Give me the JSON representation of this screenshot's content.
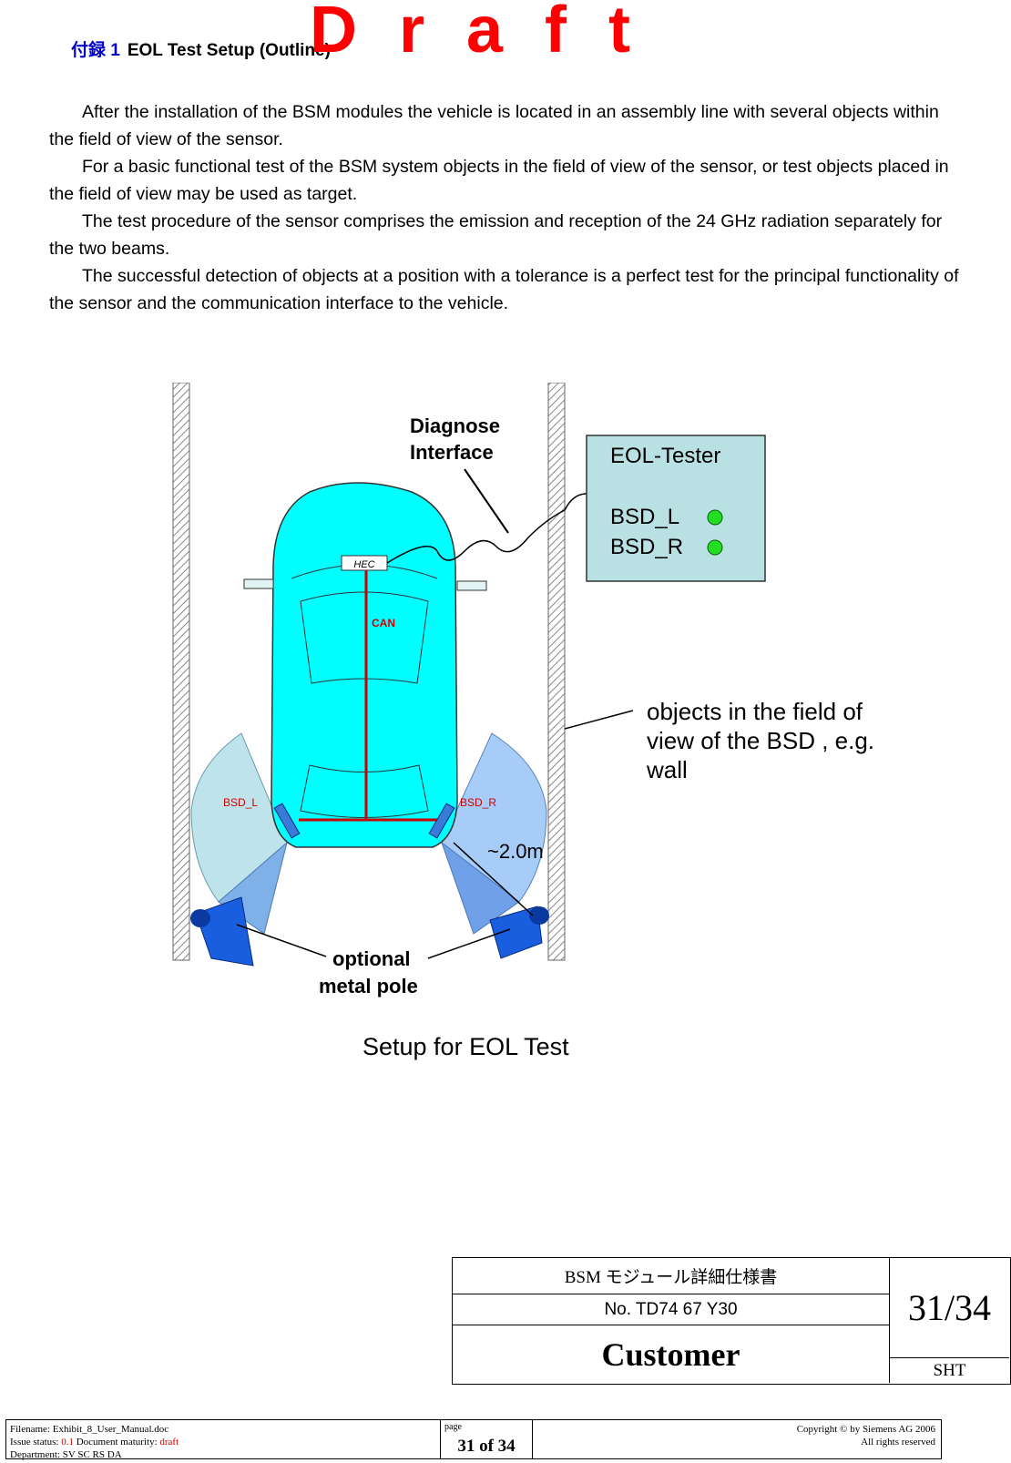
{
  "heading": {
    "number": "付録 1",
    "title": "EOL Test Setup (Outline)"
  },
  "watermark": "Draft",
  "paragraphs": [
    "After the installation of the BSM modules the vehicle is located in an assembly line with several objects within the field of view of the sensor.",
    "For a basic functional test of the BSM system objects in the field of view of the sensor, or test objects placed in the field of view may be used as target.",
    "The test procedure of the sensor comprises the emission and reception of the 24 GHz radiation separately for the two beams.",
    "The successful detection of objects at a position with a tolerance is a perfect test for the principal functionality of the sensor and the communication interface to the vehicle."
  ],
  "diagram": {
    "diagnose_line1": "Diagnose",
    "diagnose_line2": "Interface",
    "tester_title": "EOL-Tester",
    "bsd_l": "BSD_L",
    "bsd_r": "BSD_R",
    "hec": "HEC",
    "can": "CAN",
    "sensor_l": "BSD_L",
    "sensor_r": "BSD_R",
    "distance": "~2.0m",
    "objects_line1": "objects in the field of",
    "objects_line2": "view of the BSD , e.g.",
    "objects_line3": "wall",
    "pole_line1": "optional",
    "pole_line2": "metal pole",
    "caption": "Setup for EOL Test",
    "colors": {
      "car": "#00ffff",
      "tester": "#b9e0e2",
      "led": "#22dd22",
      "can": "#cc0000",
      "pole": "#1a5ee0"
    }
  },
  "title_block": {
    "doc_title": "BSM モジュール詳細仕様書",
    "doc_number": "No. TD74 67 Y30",
    "customer": "Customer",
    "sheet": "31/34",
    "sheet_label": "SHT"
  },
  "footer": {
    "filename": "Filename: Exhibit_8_User_Manual.doc",
    "issue_prefix": "Issue status: ",
    "issue_value": "0.1",
    "maturity_prefix": " Document maturity: ",
    "maturity_value": "draft",
    "department": "Department: SV SC RS DA",
    "page_label": "page",
    "page_value": "31 of 34",
    "copyright": "Copyright © by Siemens AG 2006",
    "rights": "All rights reserved"
  }
}
